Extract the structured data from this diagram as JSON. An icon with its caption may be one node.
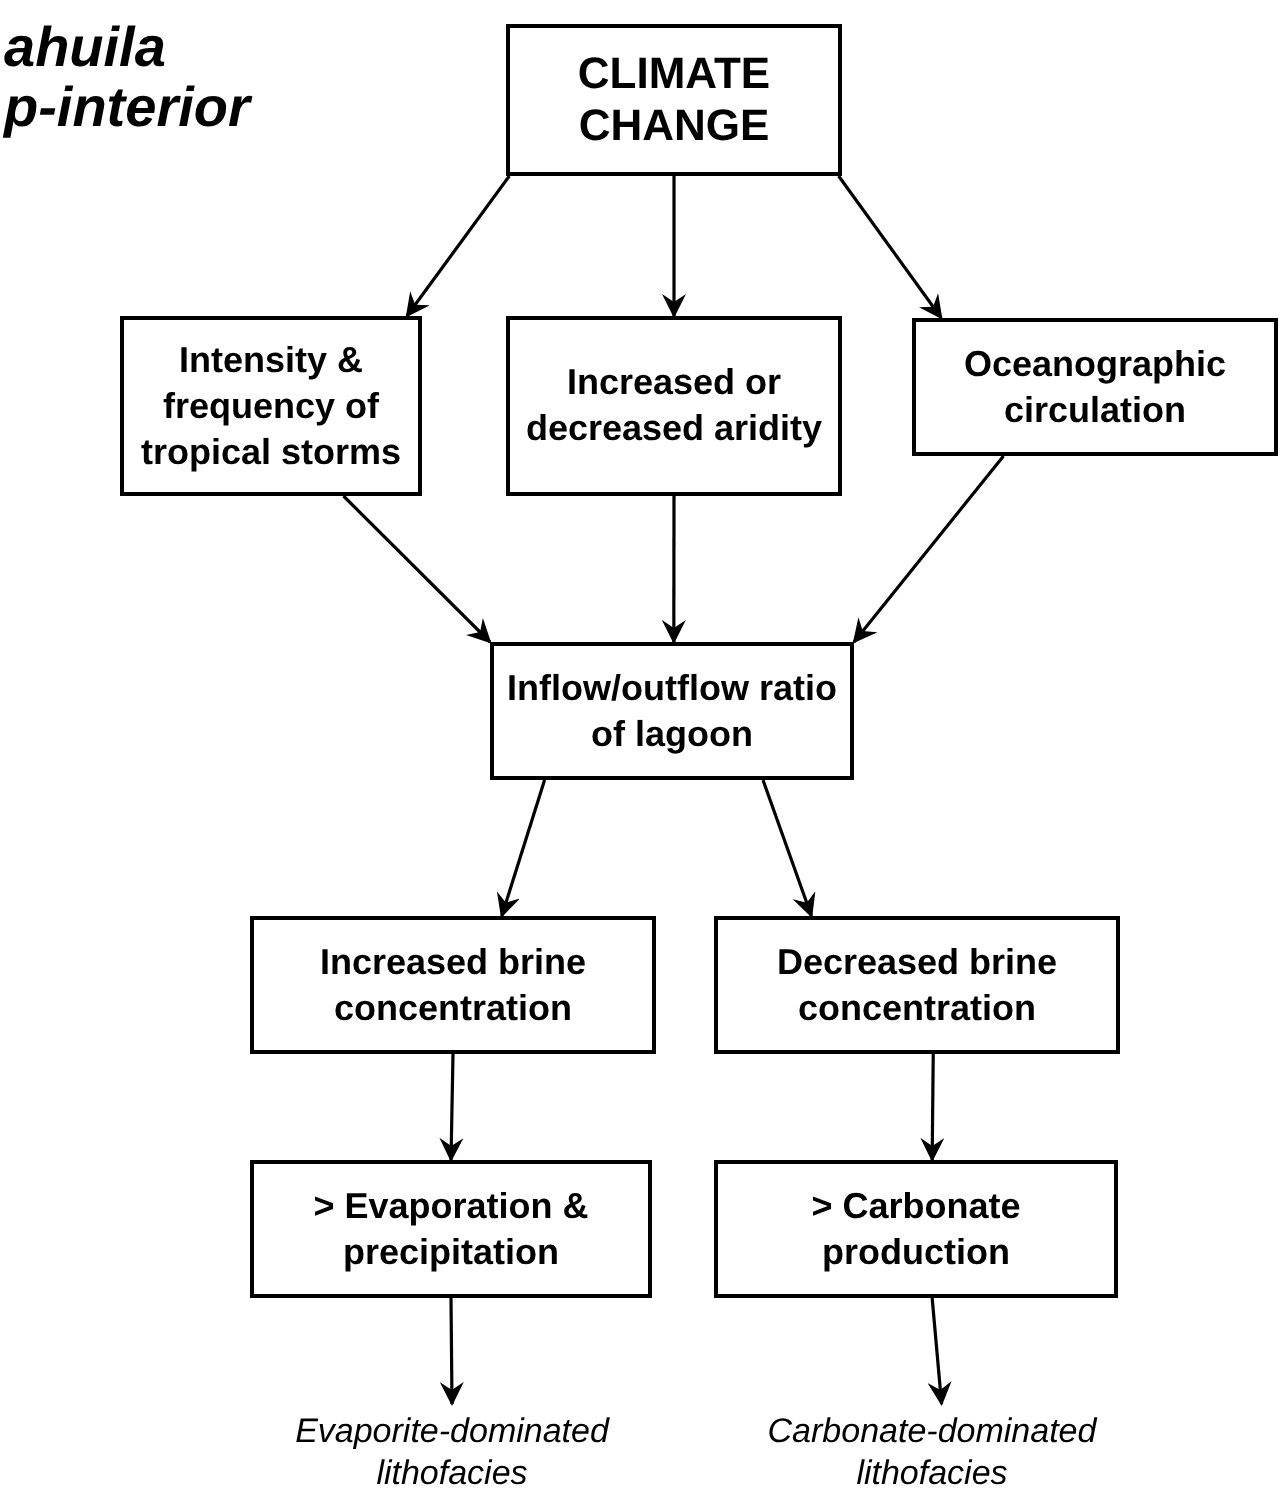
{
  "diagram": {
    "nodes": [
      {
        "text": [
          "CLIMATE CHANGE"
        ]
      },
      {
        "text": [
          "Intensity & frequency of tropical storms"
        ]
      },
      {
        "text": [
          "Increased or decreased aridity"
        ]
      },
      {
        "text": [
          "Oceanographic circulation"
        ]
      },
      {
        "text": [
          "Inflow/outflow ratio of lagoon"
        ]
      },
      {
        "text": [
          "Increased brine concentration"
        ]
      },
      {
        "text": [
          "Decreased brine concentration"
        ]
      },
      {
        "text": [
          "> Evaporation & precipitation"
        ]
      },
      {
        "text": [
          "> Carbonate production"
        ]
      },
      {
        "text": [
          "Evaporite-dominated lithofacies"
        ]
      },
      {
        "text": [
          "Carbonate-dominated lithofacies"
        ]
      }
    ],
    "edges": [
      {
        "from": 0,
        "to": 1,
        "arrow": "to"
      },
      {
        "from": 0,
        "to": 2,
        "arrow": "to"
      },
      {
        "from": 0,
        "to": 3,
        "arrow": "to"
      },
      {
        "from": 1,
        "to": 4,
        "arrow": "to"
      },
      {
        "from": 2,
        "to": 4,
        "arrow": "to"
      },
      {
        "from": 3,
        "to": 4,
        "arrow": "to"
      },
      {
        "from": 4,
        "to": 5,
        "arrow": "to"
      },
      {
        "from": 4,
        "to": 6,
        "arrow": "to"
      },
      {
        "from": 5,
        "to": 7,
        "arrow": "to"
      },
      {
        "from": 6,
        "to": 8,
        "arrow": "to"
      },
      {
        "from": 7,
        "to": 9,
        "arrow": "to"
      },
      {
        "from": 8,
        "to": 10,
        "arrow": "to"
      }
    ],
    "labels": [
      "ahuila",
      "p-interior"
    ]
  }
}
